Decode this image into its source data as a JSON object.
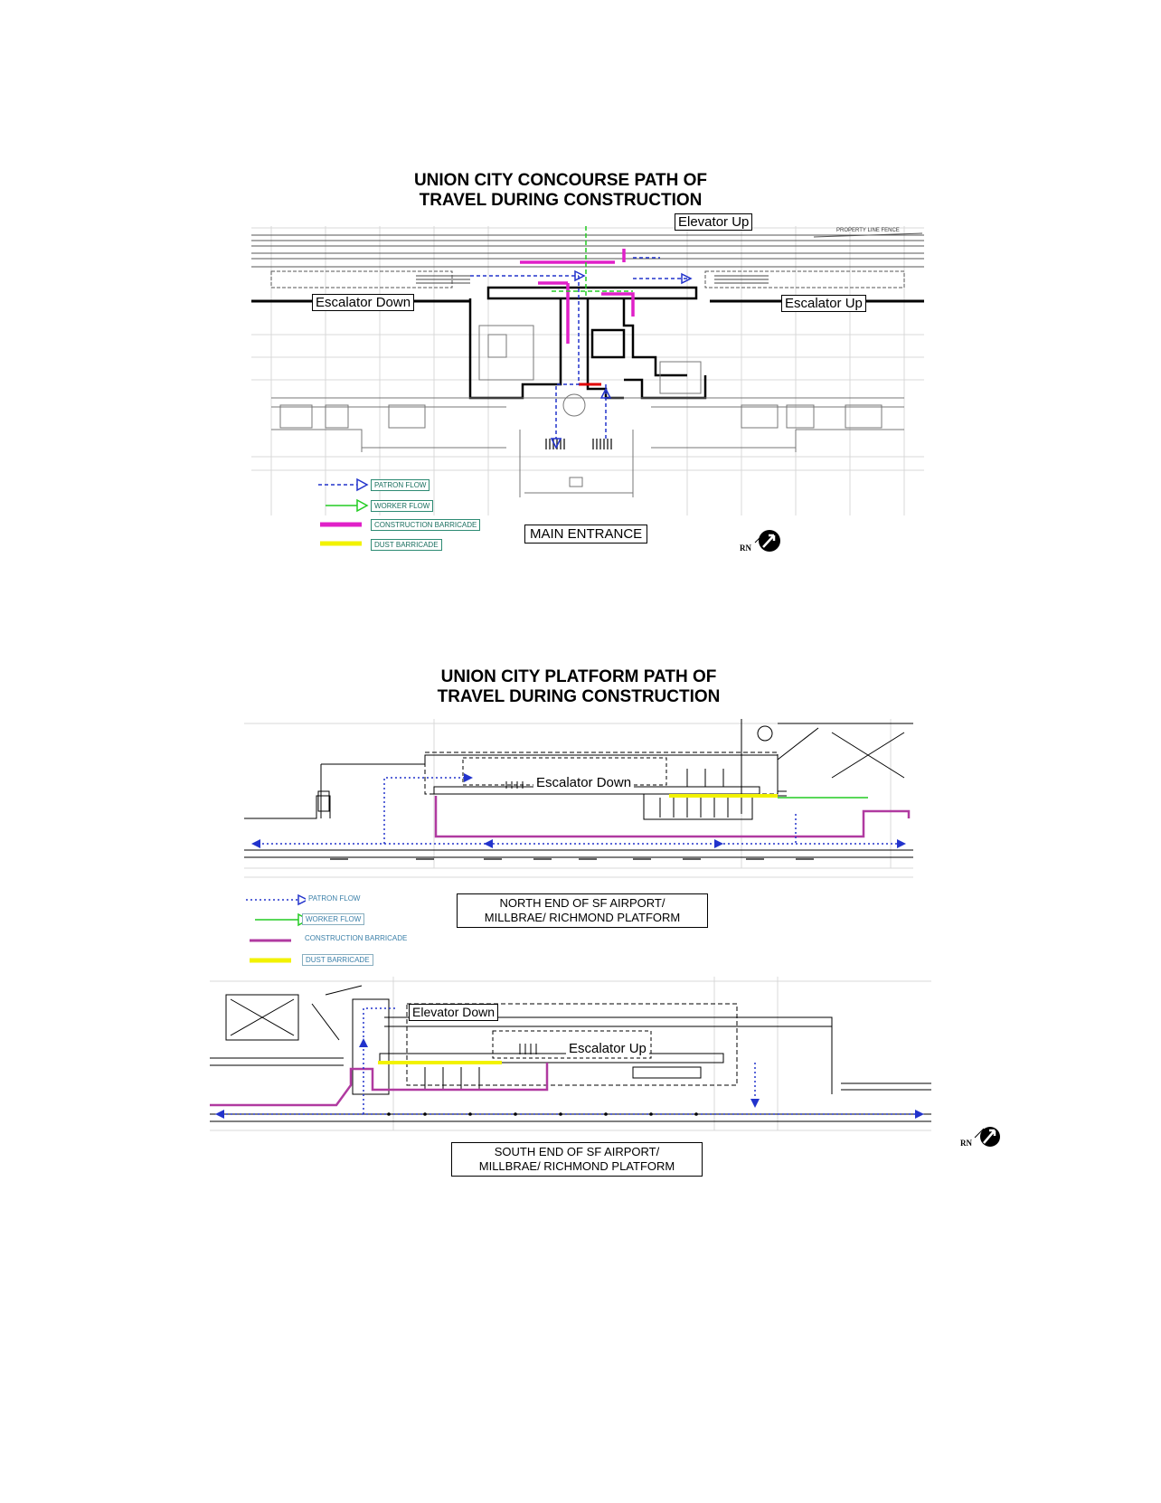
{
  "concourse": {
    "title_line1": "UNION CITY CONCOURSE PATH OF",
    "title_line2": "TRAVEL DURING CONSTRUCTION",
    "labels": {
      "elevator_up": "Elevator Up",
      "escalator_down": "Escalator Down",
      "escalator_up": "Escalator Up",
      "main_entrance": "MAIN ENTRANCE",
      "property_line": "PROPERTY LINE FENCE"
    },
    "legend": {
      "patron_flow": "PATRON FLOW",
      "worker_flow": "WORKER FLOW",
      "construction_barricade": "CONSTRUCTION BARRICADE",
      "dust_barricade": "DUST BARRICADE"
    },
    "compass": "RN"
  },
  "platform": {
    "title_line1": "UNION CITY PLATFORM PATH OF",
    "title_line2": "TRAVEL DURING CONSTRUCTION",
    "north": {
      "escalator_down": "Escalator Down",
      "caption_line1": "NORTH END OF SF AIRPORT/",
      "caption_line2": "MILLBRAE/ RICHMOND PLATFORM"
    },
    "south": {
      "elevator_down": "Elevator Down",
      "escalator_up": "Escalator Up",
      "caption_line1": "SOUTH END OF SF AIRPORT/",
      "caption_line2": "MILLBRAE/ RICHMOND PLATFORM"
    },
    "legend": {
      "patron_flow": "PATRON FLOW",
      "worker_flow": "WORKER FLOW",
      "construction_barricade": "CONSTRUCTION BARRICADE",
      "dust_barricade": "DUST BARRICADE"
    },
    "compass": "RN"
  },
  "colors": {
    "patron_flow": "#2233cc",
    "worker_flow": "#22cc22",
    "construction_barricade": "#e020c8",
    "dust_barricade": "#f2f200",
    "platform_barricade": "#b03aa0"
  }
}
